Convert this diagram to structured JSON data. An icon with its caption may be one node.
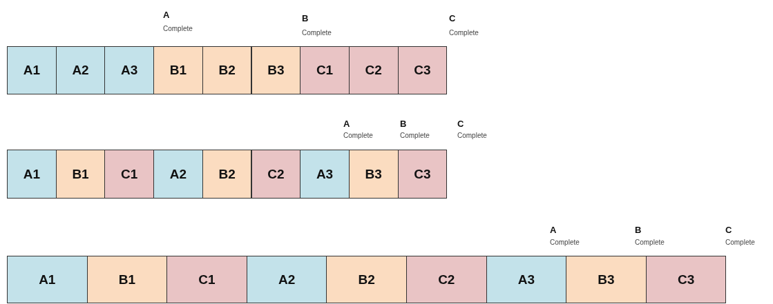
{
  "diagram": {
    "nodes": [
      {
        "text": [
          "A1"
        ]
      },
      {
        "text": [
          "A2"
        ]
      },
      {
        "text": [
          "A3"
        ]
      },
      {
        "text": [
          "B1"
        ]
      },
      {
        "text": [
          "B2"
        ]
      },
      {
        "text": [
          "B3"
        ]
      },
      {
        "text": [
          "C1"
        ]
      },
      {
        "text": [
          "C2"
        ]
      },
      {
        "text": [
          "C3"
        ]
      },
      {
        "text": [
          "A1"
        ]
      },
      {
        "text": [
          "B1"
        ]
      },
      {
        "text": [
          "C1"
        ]
      },
      {
        "text": [
          "A2"
        ]
      },
      {
        "text": [
          "B2"
        ]
      },
      {
        "text": [
          "C2"
        ]
      },
      {
        "text": [
          "A3"
        ]
      },
      {
        "text": [
          "B3"
        ]
      },
      {
        "text": [
          "C3"
        ]
      },
      {
        "text": [
          "A1"
        ]
      },
      {
        "text": [
          "B1"
        ]
      },
      {
        "text": [
          "C1"
        ]
      },
      {
        "text": [
          "A2"
        ]
      },
      {
        "text": [
          "B2"
        ]
      },
      {
        "text": [
          "C2"
        ]
      },
      {
        "text": [
          "A3"
        ]
      },
      {
        "text": [
          "B3"
        ]
      },
      {
        "text": [
          "C3"
        ]
      }
    ],
    "edges": [],
    "labels": [
      "A",
      "Complete",
      "B",
      "Complete",
      "C",
      "Complete",
      "A",
      "Complete",
      "B",
      "Complete",
      "C",
      "Complete",
      "A",
      "Complete",
      "B",
      "Complete",
      "C",
      "Complete"
    ]
  }
}
